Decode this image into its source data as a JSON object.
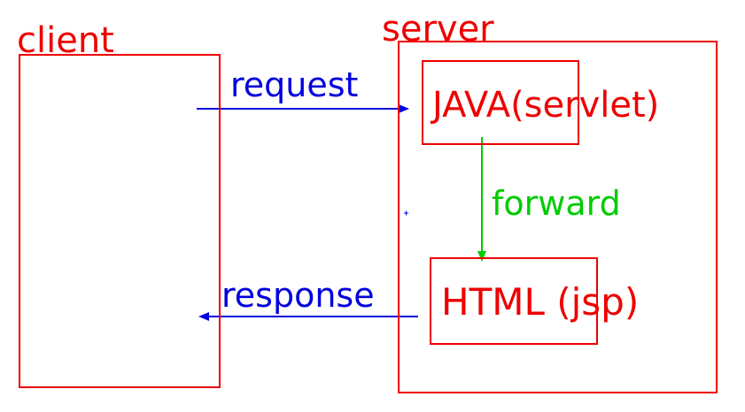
{
  "diagram": {
    "client": {
      "label": "client"
    },
    "server": {
      "label": "server"
    },
    "java": {
      "label": "JAVA(servlet)"
    },
    "html": {
      "label": "HTML (jsp)"
    },
    "request": {
      "label": "request"
    },
    "response": {
      "label": "response"
    },
    "forward": {
      "label": "forward"
    }
  },
  "colors": {
    "box": "#ee0000",
    "request_response": "#0000dd",
    "forward": "#00cc00"
  }
}
